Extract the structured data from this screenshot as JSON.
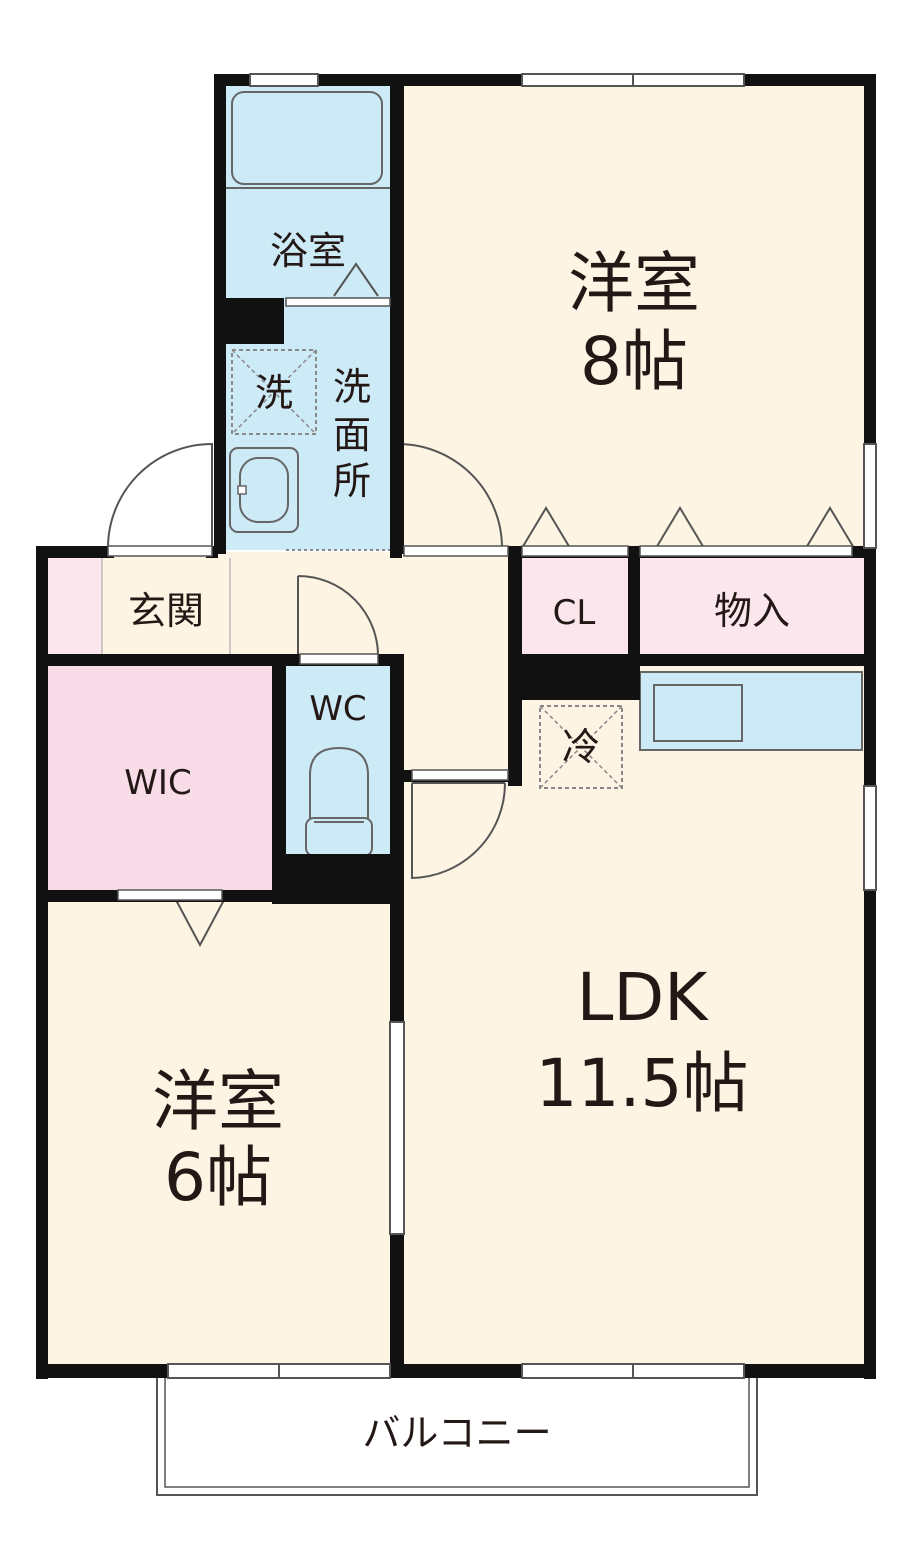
{
  "rooms": {
    "bedroom_8": {
      "name": "洋室",
      "size": "8帖"
    },
    "bedroom_6": {
      "name": "洋室",
      "size": "6帖"
    },
    "ldk": {
      "name": "LDK",
      "size": "11.5帖"
    },
    "bath": {
      "name": "浴室"
    },
    "washroom": {
      "name_line1": "洗",
      "name_line2": "面",
      "name_line3": "所"
    },
    "entrance": {
      "name": "玄関"
    },
    "wic": {
      "name": "WIC"
    },
    "wc": {
      "name": "WC"
    },
    "closet": {
      "name": "CL"
    },
    "storage": {
      "name": "物入"
    },
    "balcony": {
      "name": "バルコニー"
    }
  },
  "fixtures": {
    "washer_space": "洗",
    "fridge_space": "冷"
  },
  "colors": {
    "wall": "#111111",
    "floor_beige": "#fdf4e3",
    "water_blue": "#cdeaf7",
    "storage_pink": "#fbe6ee",
    "wic_pink": "#f8dde8",
    "line": "#444444"
  }
}
